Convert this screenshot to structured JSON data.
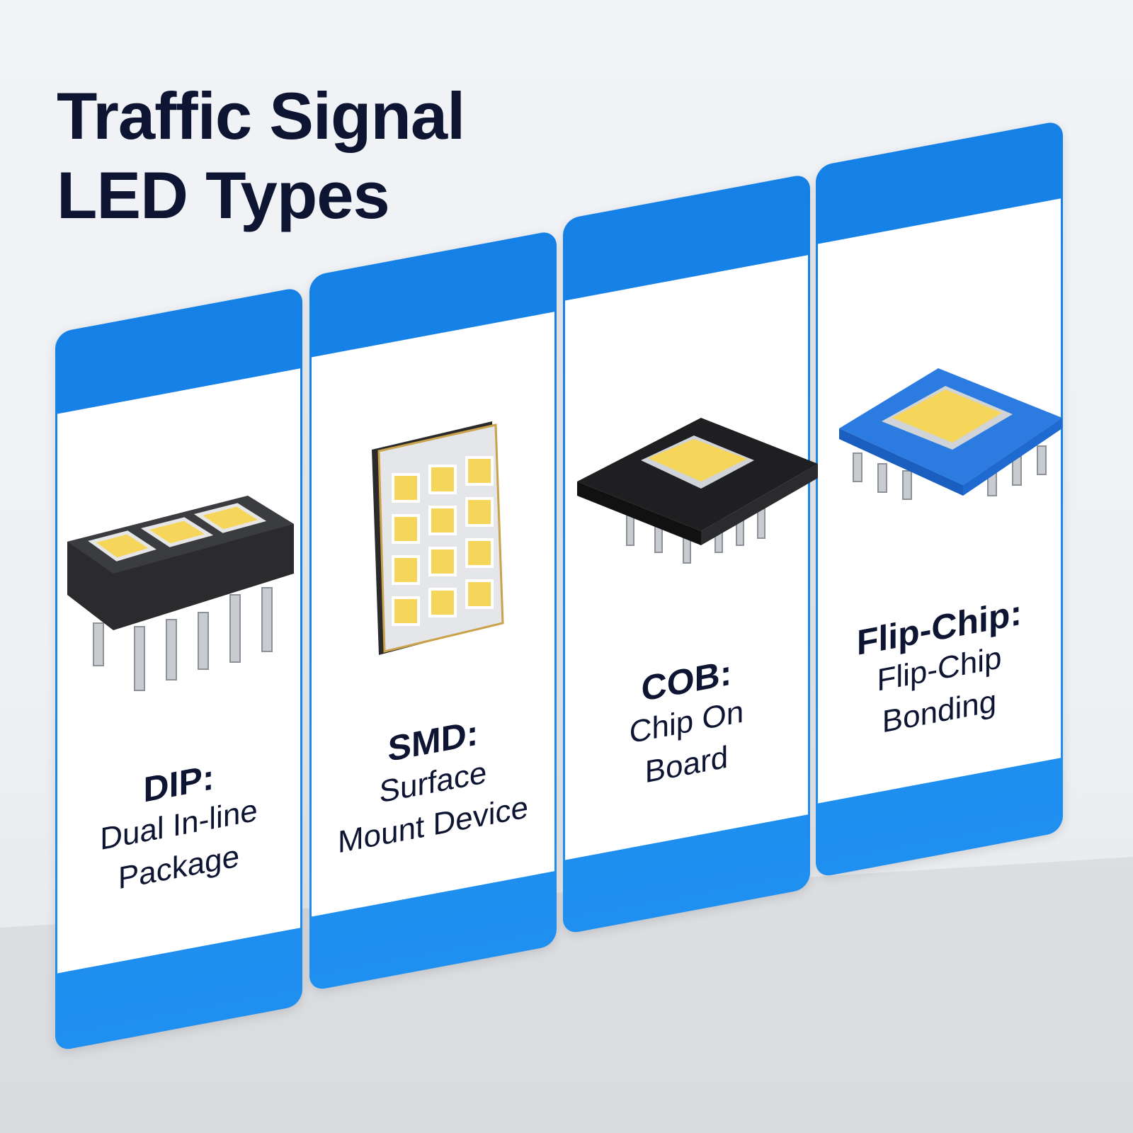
{
  "title_line1": "Traffic Signal",
  "title_line2": "LED Types",
  "colors": {
    "accent": "#1a88ec",
    "text": "#0d1533",
    "led": "#f5d65a"
  },
  "cards": [
    {
      "title": "DIP:",
      "sub1": "Dual In-line",
      "sub2": "Package",
      "icon": "dip-led-icon"
    },
    {
      "title": "SMD:",
      "sub1": "Surface",
      "sub2": "Mount Device",
      "icon": "smd-led-icon"
    },
    {
      "title": "COB:",
      "sub1": "Chip On",
      "sub2": "Board",
      "icon": "cob-led-icon"
    },
    {
      "title": "Flip-Chip:",
      "sub1": "Flip-Chip",
      "sub2": "Bonding",
      "icon": "flip-chip-led-icon"
    }
  ]
}
